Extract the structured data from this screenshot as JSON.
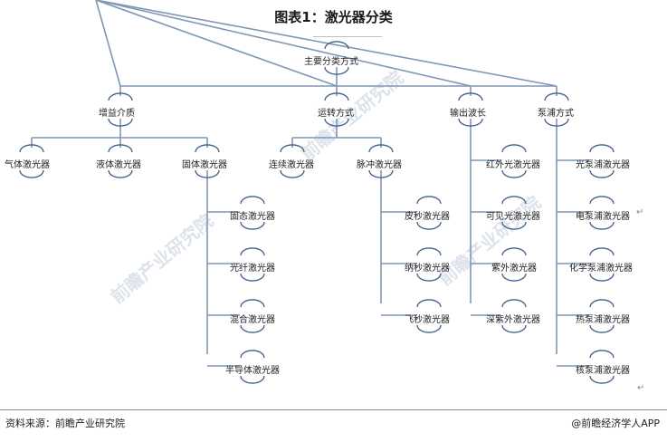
{
  "title": "图表1：激光器分类",
  "root": "主要分类方式",
  "categories": {
    "medium": {
      "label": "增益介质",
      "children": [
        "气体激光器",
        "液体激光器",
        "固体激光器"
      ],
      "solid_children": [
        "固态激光器",
        "光纤激光器",
        "混合激光器",
        "半导体激光器"
      ]
    },
    "operation": {
      "label": "运转方式",
      "children": [
        "连续激光器",
        "脉冲激光器"
      ],
      "pulse_children": [
        "皮秒激光器",
        "纳秒激光器",
        "飞秒激光器"
      ]
    },
    "wavelength": {
      "label": "输出波长",
      "children": [
        "红外光激光器",
        "可见光激光器",
        "紫外激光器",
        "深紫外激光器"
      ]
    },
    "pumping": {
      "label": "泵浦方式",
      "children": [
        "光泵浦激光器",
        "电泵浦激光器",
        "化学泵浦激光器",
        "热泵浦激光器",
        "核泵浦激光器"
      ]
    }
  },
  "watermark": "前瞻产业研究院",
  "footer": {
    "source": "资料来源：前瞻产业研究院",
    "brand": "@前瞻经济学人APP"
  },
  "colors": {
    "line": "#7f97b5",
    "arc": "#3e5f8c"
  }
}
